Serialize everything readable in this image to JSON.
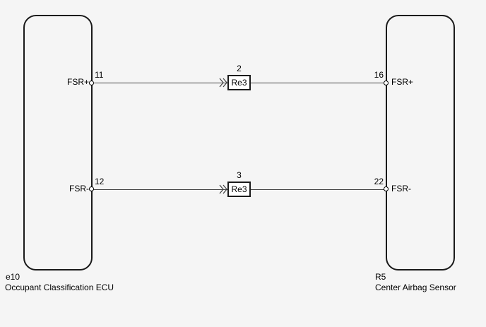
{
  "diagram": {
    "left_component": {
      "code": "e10",
      "name": "Occupant Classification ECU",
      "pins": [
        {
          "number": "11",
          "label": "FSR+"
        },
        {
          "number": "12",
          "label": "FSR-"
        }
      ]
    },
    "right_component": {
      "code": "R5",
      "name": "Center Airbag Sensor",
      "pins": [
        {
          "number": "16",
          "label": "FSR+"
        },
        {
          "number": "22",
          "label": "FSR-"
        }
      ]
    },
    "splices": [
      {
        "pin": "2",
        "label": "Re3"
      },
      {
        "pin": "3",
        "label": "Re3"
      }
    ],
    "colors": {
      "background": "#f5f5f5",
      "wire": "#404040",
      "component_border": "#1a1a1a",
      "text": "#000000",
      "splice_fill": "#ffffff"
    }
  }
}
